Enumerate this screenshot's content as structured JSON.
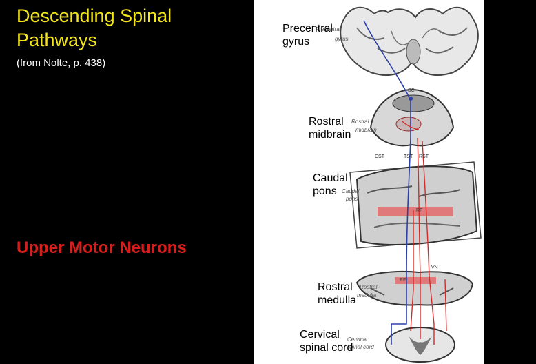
{
  "title_line1": "Descending Spinal",
  "title_line2": "Pathways",
  "subtitle": "(from Nolte, p. 438)",
  "section_label": "Upper Motor Neurons",
  "figure": {
    "labels": {
      "precentral_l1": "Precentral",
      "precentral_l2": "gyrus",
      "midbrain_l1": "Rostral",
      "midbrain_l2": "midbrain",
      "pons_l1": "Caudal",
      "pons_l2": "pons",
      "medulla_l1": "Rostral",
      "medulla_l2": "medulla",
      "cord_l1": "Cervical",
      "cord_l2": "spinal cord"
    },
    "small_labels": {
      "precentral_small_l1": "Precentral",
      "precentral_small_l2": "gyrus",
      "midbrain_small_l1": "Rostral",
      "midbrain_small_l2": "midbrain",
      "pons_small_l1": "Caudal",
      "pons_small_l2": "pons",
      "medulla_small_l1": "Rostral",
      "medulla_small_l2": "medulla",
      "cord_small_l1": "Cervical",
      "cord_small_l2": "spinal cord",
      "sc": "SC",
      "cst": "CST",
      "tst": "TST",
      "rst": "RST",
      "rf_pons": "RF",
      "vn": "VN",
      "rf_medulla": "RF"
    }
  },
  "colors": {
    "title": "#f4e61c",
    "subtitle": "#ffffff",
    "section_label": "#d81d1d",
    "tract_red": "#d42a2a",
    "tract_blue": "#2a3fa8"
  }
}
